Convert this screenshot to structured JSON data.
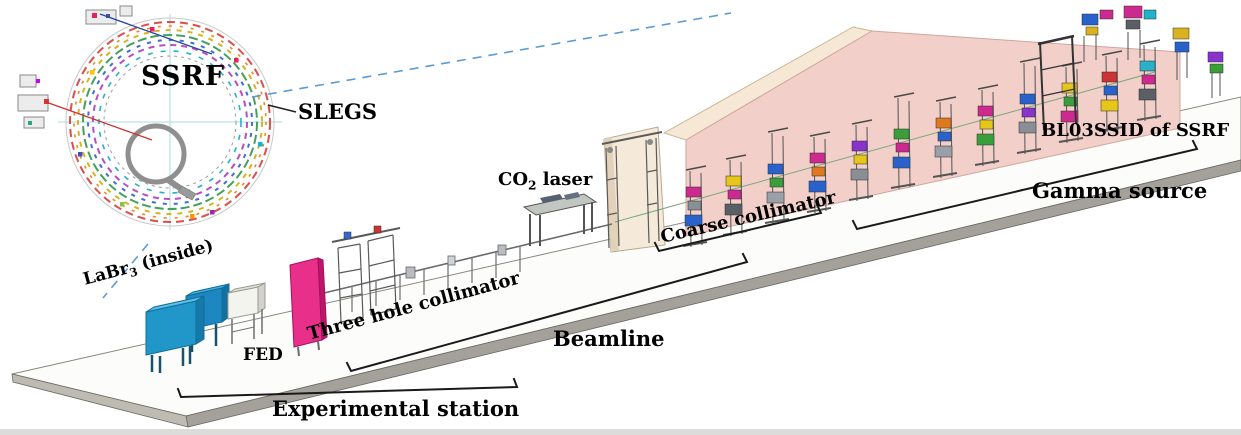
{
  "diagram": {
    "ring": {
      "facility_label": "SSRF",
      "beamline_tag": "SLEGS"
    },
    "labels": {
      "labr3": {
        "prefix": "LaBr",
        "sub": "3",
        "suffix": " (inside)"
      },
      "fed": "FED",
      "three_hole_collimator": "Three hole collimator",
      "co2_laser": {
        "prefix": "CO",
        "sub": "2",
        "suffix": " laser"
      },
      "coarse_collimator": "Coarse collimator",
      "beamline": "Beamline",
      "bl03ssid": "BL03SSID of  SSRF",
      "gamma_source": "Gamma source",
      "experimental_station": "Experimental station"
    },
    "colors": {
      "callout_dash": "#5b9bd5",
      "hutch_wall_pink": "#f2cfc8",
      "hutch_top_cream": "#f6e8d4",
      "platform_top": "#fcfcfa",
      "platform_side_gray": "#a3a199",
      "detector_blue": "#2196c9",
      "shield_door_magenta": "#e8308a"
    }
  }
}
